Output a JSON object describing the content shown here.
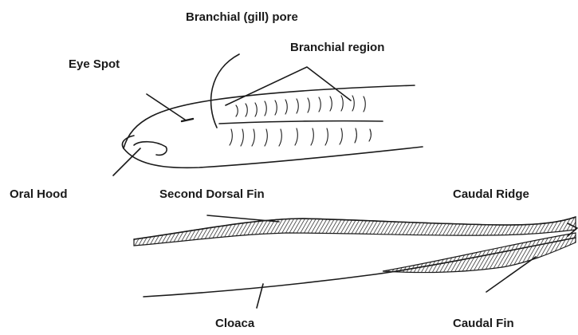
{
  "labels": {
    "branchial_pore": "Branchial (gill) pore",
    "branchial_region": "Branchial region",
    "eye_spot": "Eye Spot",
    "oral_hood": "Oral Hood",
    "second_dorsal_fin": "Second Dorsal Fin",
    "caudal_ridge": "Caudal Ridge",
    "cloaca": "Cloaca",
    "caudal_fin": "Caudal Fin"
  }
}
